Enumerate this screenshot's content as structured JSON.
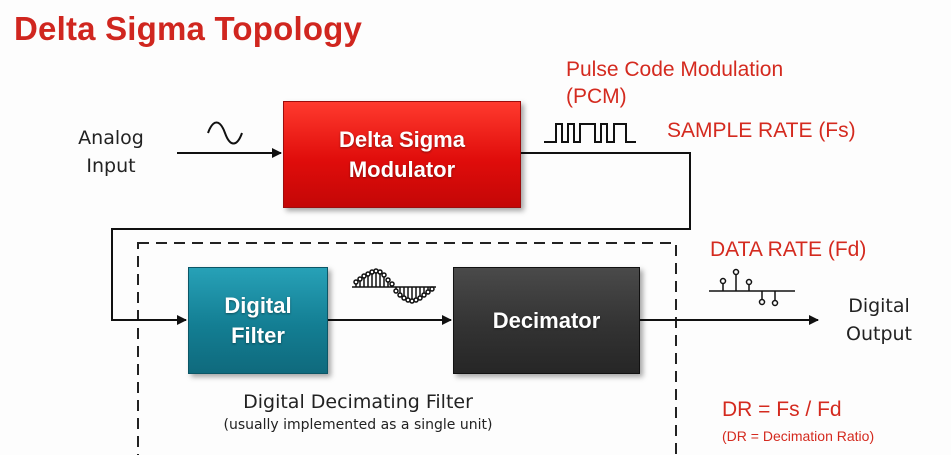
{
  "title": "Delta Sigma Topology",
  "analog_input": {
    "line1": "Analog",
    "line2": "Input"
  },
  "modulator": {
    "line1": "Delta Sigma",
    "line2": "Modulator"
  },
  "pcm": {
    "line1": "Pulse Code Modulation",
    "line2": "(PCM)"
  },
  "sample_rate": "SAMPLE RATE (Fs)",
  "data_rate": "DATA RATE (Fd)",
  "digital_filter": {
    "line1": "Digital",
    "line2": "Filter"
  },
  "decimator": "Decimator",
  "digital_output": {
    "line1": "Digital",
    "line2": "Output"
  },
  "decimating_filter": {
    "title": "Digital Decimating Filter",
    "note": "(usually implemented as a single unit)"
  },
  "ratio": {
    "formula": "DR = Fs / Fd",
    "note": "(DR = Decimation Ratio)"
  },
  "colors": {
    "title": "#d0261f",
    "modulator": "#e00d0b",
    "filter": "#137e93",
    "decimator": "#333333",
    "annotation": "#d42a1f"
  }
}
